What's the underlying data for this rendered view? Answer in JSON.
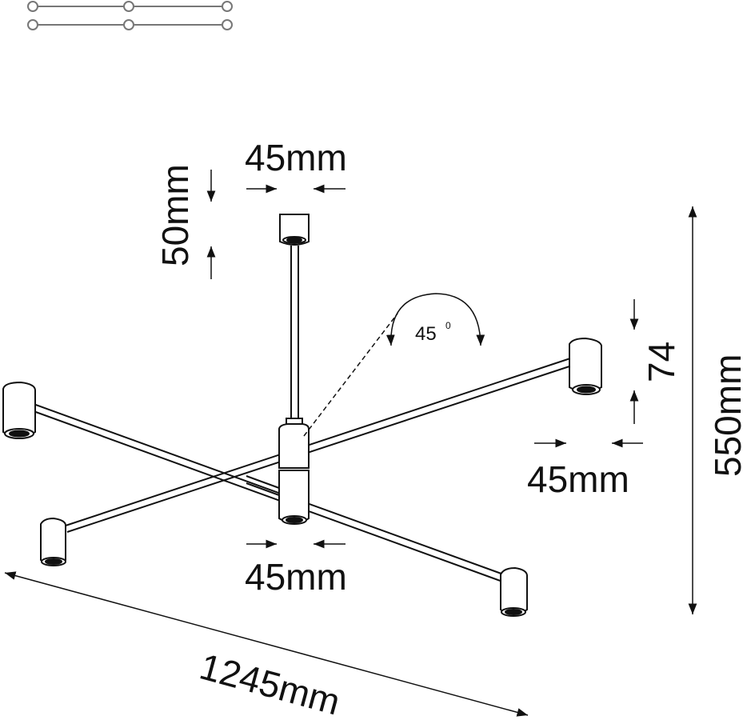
{
  "dimensions": {
    "top_canopy_width": "45mm",
    "top_canopy_height": "50mm",
    "angle_value": "45",
    "angle_unit": "0",
    "arm_height": "74",
    "arm_width_right": "45mm",
    "arm_width_center": "45mm",
    "total_height": "550mm",
    "total_width": "1245mm"
  },
  "icon": "three-pole-light-variants-icon"
}
